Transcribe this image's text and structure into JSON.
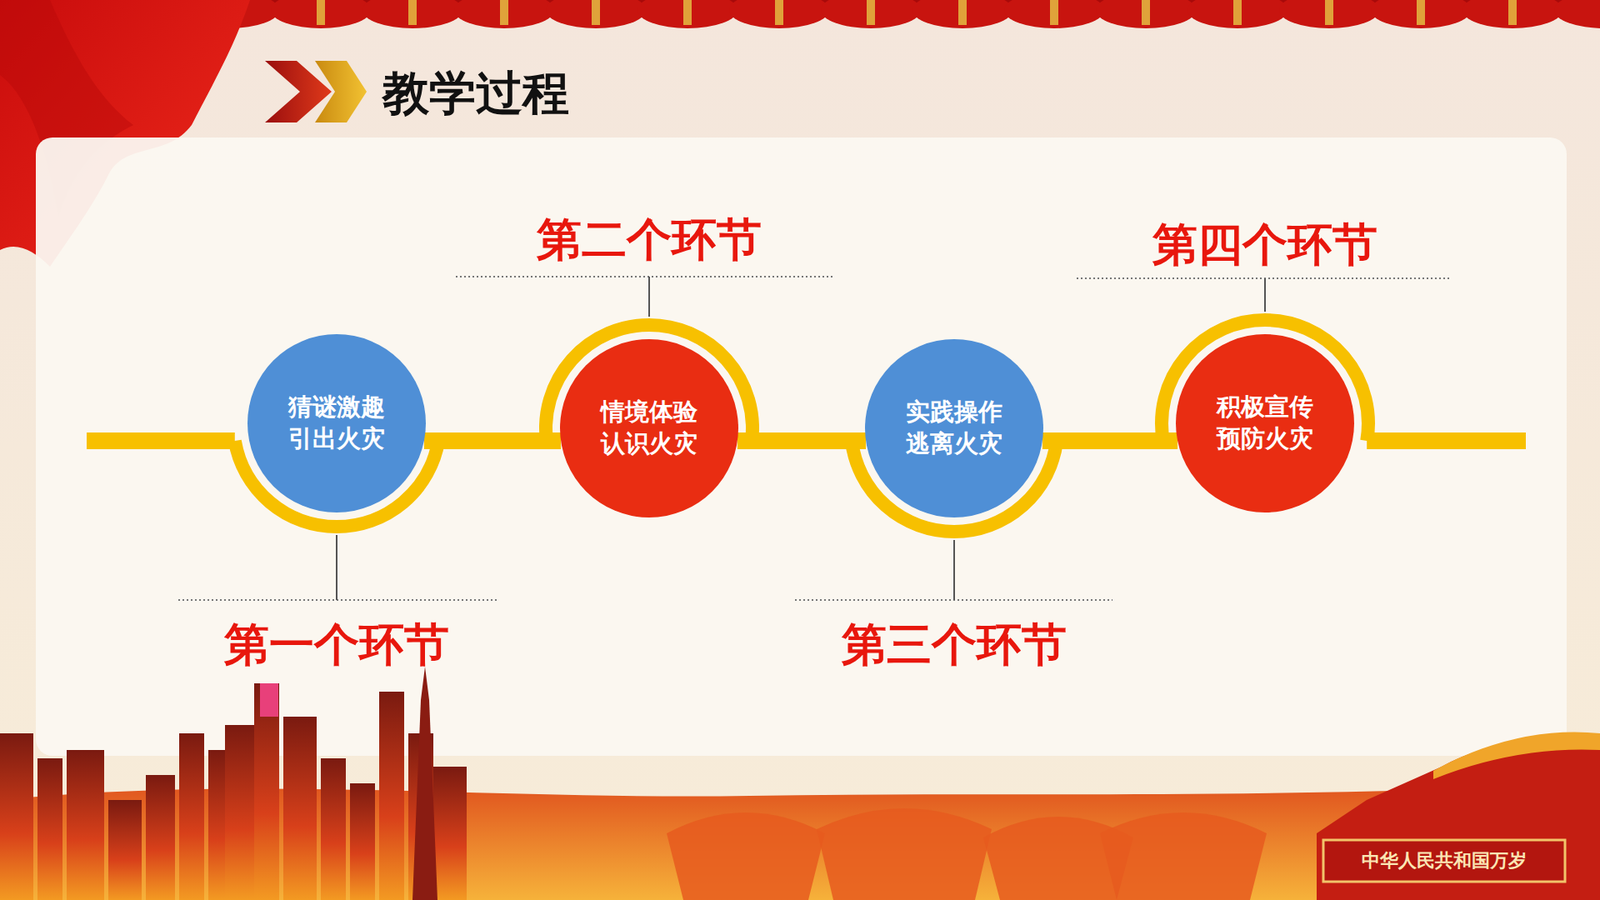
{
  "diagram": {
    "title": "教学过程",
    "nodes": [
      {
        "text": [
          "第一个环节",
          "猜谜激趣 引出火灾"
        ]
      },
      {
        "text": [
          "第二个环节",
          "情境体验 认识火灾"
        ]
      },
      {
        "text": [
          "第三个环节",
          "实践操作 逃离火灾"
        ]
      },
      {
        "text": [
          "第四个环节",
          "积极宣传 预防火灾"
        ]
      }
    ],
    "edges": [
      {
        "from": 0,
        "to": 1,
        "arrow": "none"
      },
      {
        "from": 1,
        "to": 2,
        "arrow": "none"
      },
      {
        "from": 2,
        "to": 3,
        "arrow": "none"
      }
    ],
    "labels": [
      "中华人民共和国万岁"
    ]
  }
}
